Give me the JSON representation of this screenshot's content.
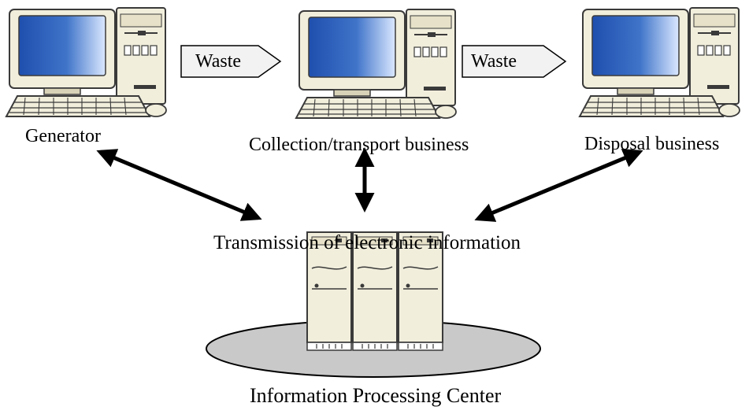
{
  "nodes": {
    "generator": {
      "label": "Generator"
    },
    "collection": {
      "label": "Collection/transport business"
    },
    "disposal": {
      "label": "Disposal business"
    },
    "center": {
      "label": "Information Processing Center"
    }
  },
  "flows": [
    {
      "label": "Waste"
    },
    {
      "label": "Waste"
    }
  ],
  "transmission_label": "Transmission of electronic information",
  "icons": {
    "computer": "desktop-computer-icon",
    "server": "server-tower-icon"
  },
  "colors": {
    "screen": "#1f4fae",
    "screen_glare": "#dbe8ff",
    "case": "#f1eedc",
    "case_shade": "#d8d2b8",
    "outline": "#3a3a3a",
    "platform": "#c9c9c9",
    "arrow_fill": "#f2f2f2"
  }
}
